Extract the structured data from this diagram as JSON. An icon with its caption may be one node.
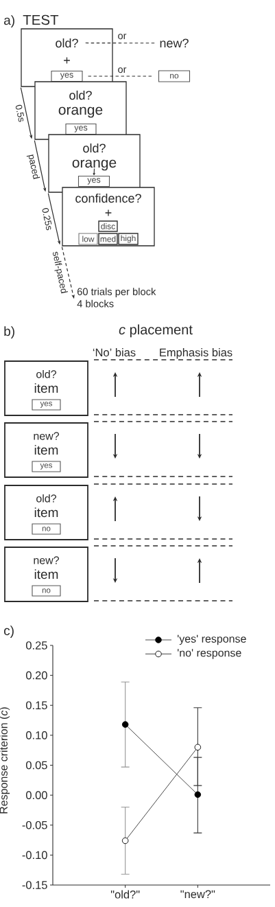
{
  "diagram": {
    "nodes": [
      {
        "text": [
          "+"
        ]
      },
      {
        "text": [
          "old?"
        ],
        "in": 0
      },
      {
        "text": [
          "yes"
        ],
        "in": 0
      },
      {
        "text": [
          "new?"
        ]
      },
      {
        "text": [
          "no"
        ]
      },
      {
        "text": [
          "old?",
          "orange"
        ]
      },
      {
        "text": [
          "yes"
        ],
        "in": 5
      },
      {
        "text": [
          "old?"
        ]
      },
      {
        "text": [
          "orange"
        ],
        "in": 7
      },
      {
        "text": [
          "yes"
        ],
        "in": 7
      },
      {
        "text": [
          "confidence?",
          "+"
        ]
      },
      {
        "text": [
          "disc"
        ],
        "in": 10
      },
      {
        "text": [
          "low"
        ],
        "in": 10
      },
      {
        "text": [
          "med"
        ],
        "in": 10
      },
      {
        "text": [
          "high"
        ],
        "in": 10
      },
      {
        "text": [
          "60 trials per block",
          "4 blocks"
        ]
      },
      {
        "text": [
          "old?",
          "item"
        ]
      },
      {
        "text": [
          "yes"
        ],
        "in": 16
      },
      {
        "text": [
          "new?",
          "item"
        ]
      },
      {
        "text": [
          "yes"
        ],
        "in": 18
      },
      {
        "text": [
          "old?",
          "item"
        ]
      },
      {
        "text": [
          "no"
        ],
        "in": 20
      },
      {
        "text": [
          "new?",
          "item"
        ]
      },
      {
        "text": [
          "no"
        ],
        "in": 22
      }
    ],
    "edges": [
      {
        "from": 1,
        "to": 3,
        "arrow": "none",
        "label": "or",
        "style": "dashed"
      },
      {
        "from": 2,
        "to": 4,
        "arrow": "none",
        "label": "or",
        "style": "dashed"
      },
      {
        "from": 0,
        "to": 5,
        "arrow": "to",
        "label": "0.5s"
      },
      {
        "from": 5,
        "to": 7,
        "arrow": "to",
        "label": "paced"
      },
      {
        "from": 7,
        "to": 10,
        "arrow": "to",
        "label": "0.25s"
      },
      {
        "from": 10,
        "to": 15,
        "arrow": "to",
        "label": "self-paced",
        "style": "dashed"
      },
      {
        "from": 8,
        "to": 9,
        "arrow": "to"
      }
    ],
    "labels": [
      "a)",
      "TEST",
      "b)",
      "*c* placement",
      "‘No’ bias",
      "Emphasis bias",
      "c)"
    ],
    "chart_data": {
      "type": "line",
      "ylabel": "Response criterion (*c*)",
      "categories": [
        "\"old?\"",
        "\"new?\""
      ],
      "series": [
        {
          "name": "'yes' response",
          "color": "#000000",
          "marker": "circle",
          "values": [
            0.118,
            0.001
          ],
          "errors": [
            [
              0.047,
              0.189
            ],
            [
              -0.063,
              0.063
            ]
          ]
        },
        {
          "name": "'no' response",
          "color": "#ffffff",
          "marker": "circle",
          "values": [
            -0.076,
            0.08
          ],
          "errors": [
            [
              -0.132,
              -0.02
            ],
            [
              0.016,
              0.146
            ]
          ]
        }
      ],
      "legend": "top right",
      "ylim": [
        -0.15,
        0.25
      ],
      "yticks": [
        {
          "value": -0.15,
          "label": "-0.15"
        },
        {
          "value": -0.1,
          "label": "-0.10"
        },
        {
          "value": -0.05,
          "label": "-0.05"
        },
        {
          "value": 0,
          "label": "0.00"
        },
        {
          "value": 0.05,
          "label": "0.05"
        },
        {
          "value": 0.1,
          "label": "0.10"
        },
        {
          "value": 0.15,
          "label": "0.15"
        },
        {
          "value": 0.2,
          "label": "0.20"
        },
        {
          "value": 0.25,
          "label": "0.25"
        }
      ]
    }
  }
}
